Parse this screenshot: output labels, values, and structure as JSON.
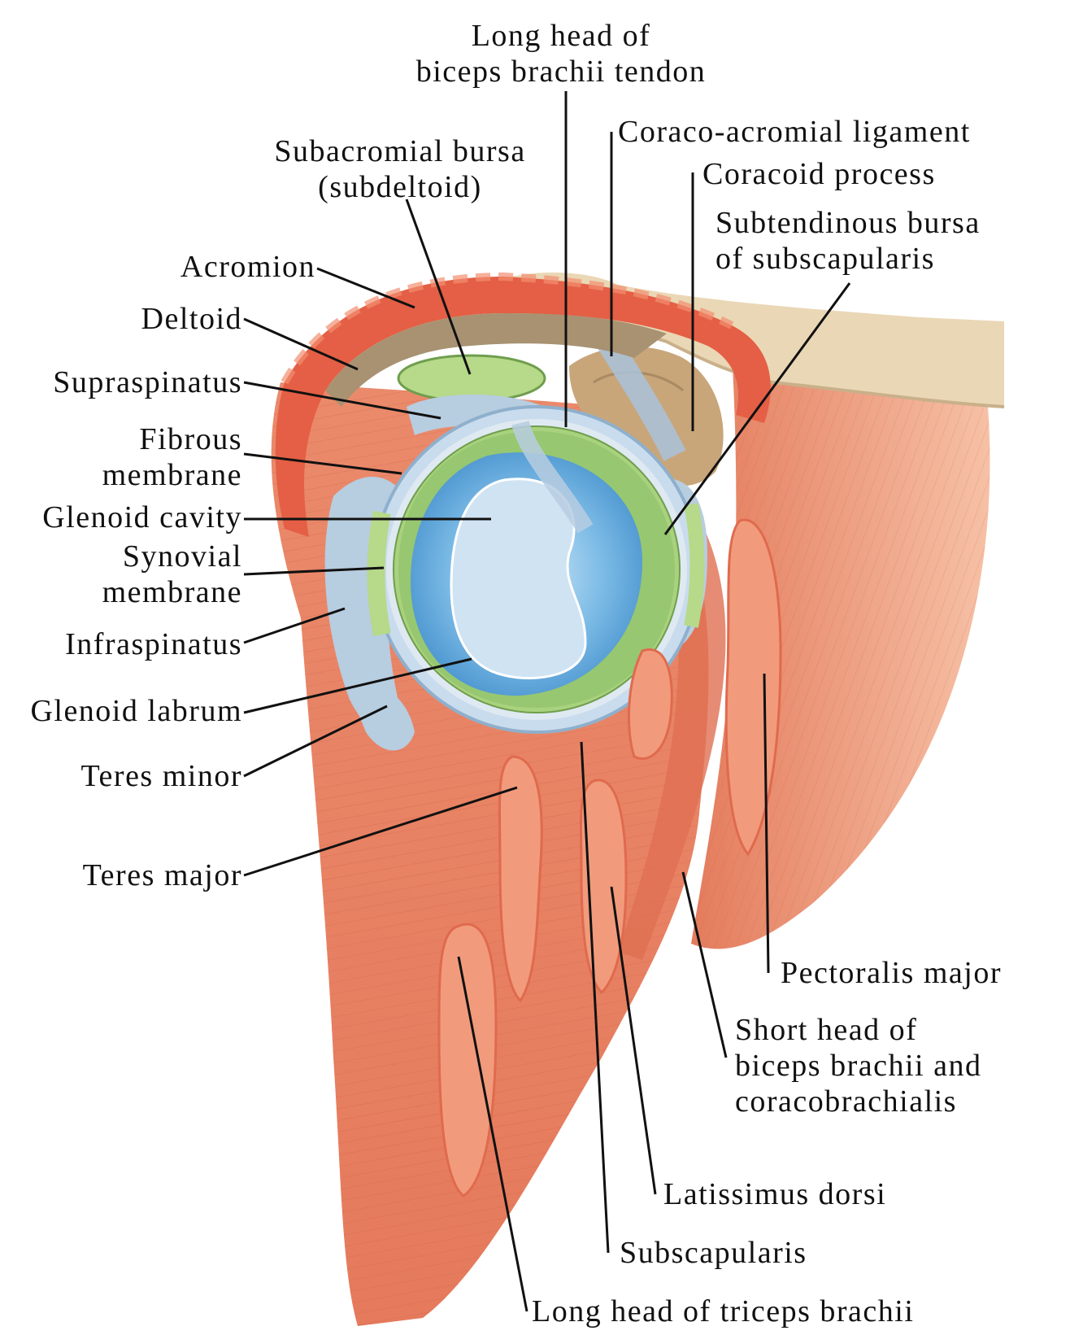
{
  "labels": {
    "long_head_biceps": "Long head of\nbiceps brachii tendon",
    "coraco_acromial": "Coraco-acromial ligament",
    "coracoid": "Coracoid process",
    "subacromial_bursa": "Subacromial bursa\n(subdeltoid)",
    "subtendinous_bursa": "Subtendinous bursa\nof subscapularis",
    "acromion": "Acromion",
    "deltoid": "Deltoid",
    "supraspinatus": "Supraspinatus",
    "fibrous_membrane": "Fibrous\nmembrane",
    "glenoid_cavity": "Glenoid cavity",
    "synovial_membrane": "Synovial\nmembrane",
    "infraspinatus": "Infraspinatus",
    "glenoid_labrum": "Glenoid labrum",
    "teres_minor": "Teres minor",
    "teres_major": "Teres major",
    "pectoralis_major": "Pectoralis major",
    "short_head_biceps": "Short head of\nbiceps brachii and\ncoracobrachialis",
    "latissimus": "Latissimus dorsi",
    "subscapularis": "Subscapularis",
    "long_head_triceps": "Long head of triceps brachii"
  },
  "colors": {
    "muscle": "#e8866a",
    "muscle_dark": "#d9654a",
    "muscle_cut": "#f0a07e",
    "bone": "#e6cfa8",
    "bone_shadow": "#b99a72",
    "cartilage": "#5aa6d8",
    "capsule": "#b7cde0",
    "bursa": "#a8d27e",
    "labrum": "#8cc068"
  }
}
